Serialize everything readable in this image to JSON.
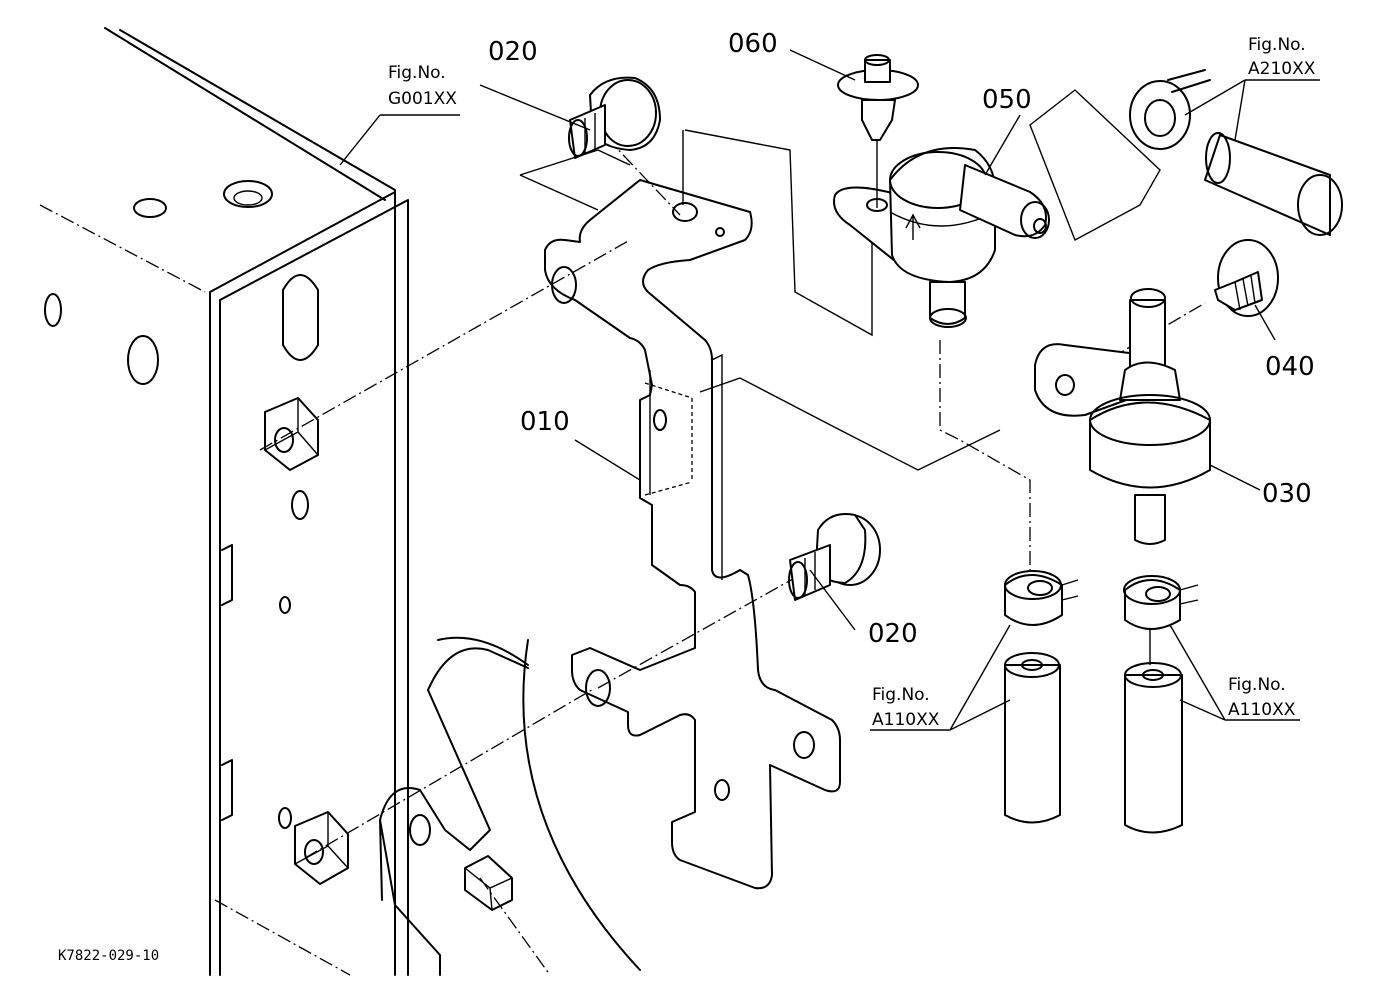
{
  "part_numbers": {
    "p010": "010",
    "p020_top": "020",
    "p020_bottom": "020",
    "p030": "030",
    "p040": "040",
    "p050": "050",
    "p060": "060"
  },
  "figure_refs": {
    "g001": {
      "title": "Fig.No.",
      "code": "G001XX"
    },
    "a210": {
      "title": "Fig.No.",
      "code": "A210XX"
    },
    "a110_left": {
      "title": "Fig.No.",
      "code": "A110XX"
    },
    "a110_right": {
      "title": "Fig.No.",
      "code": "A110XX"
    }
  },
  "drawing_code": "K7822-029-10"
}
